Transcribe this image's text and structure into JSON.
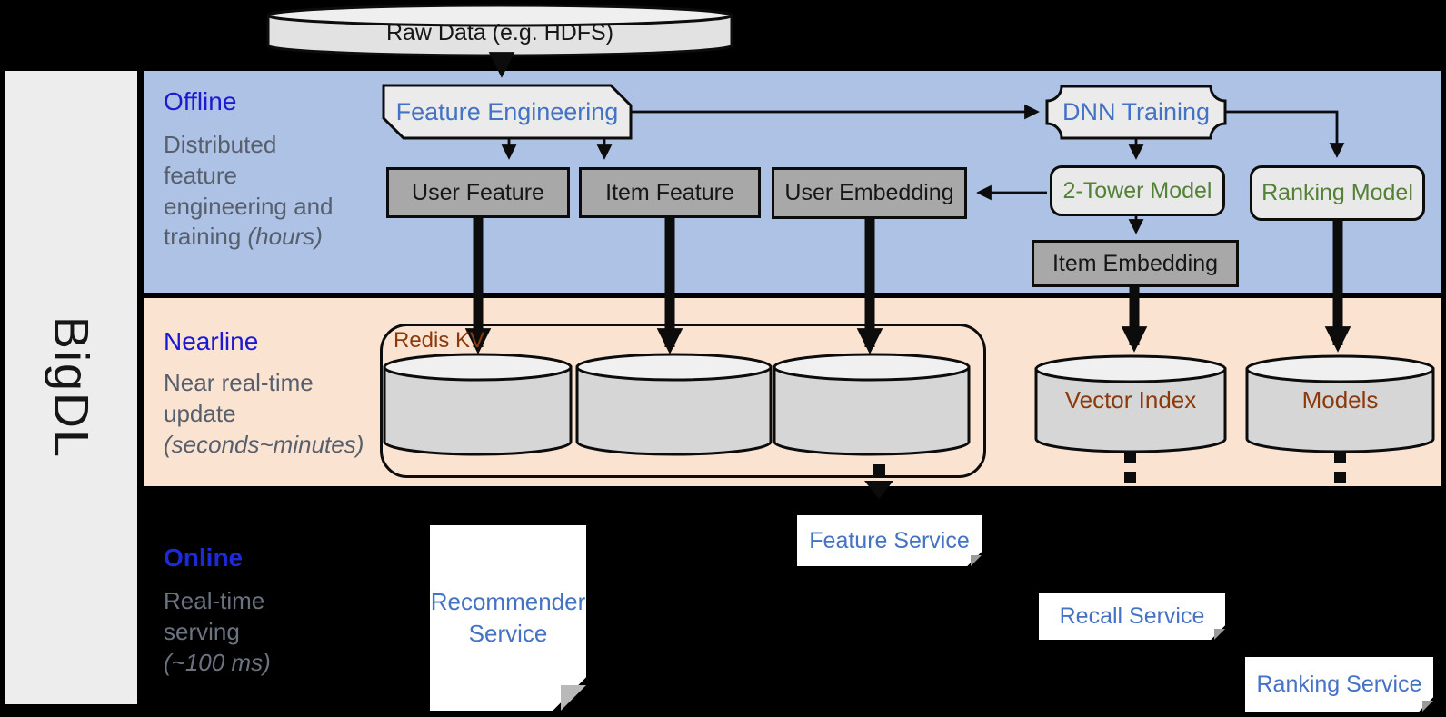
{
  "sidebar": {
    "label": "BigDL"
  },
  "raw_data": {
    "label": "Raw Data (e.g. HDFS)"
  },
  "bands": {
    "offline": {
      "title": "Offline",
      "lines": [
        "Distributed",
        "feature",
        "engineering and"
      ],
      "tail": "training ",
      "tail_italic": "(hours)"
    },
    "nearline": {
      "title": "Nearline",
      "lines": [
        "Near real-time",
        "update"
      ],
      "italic_line": "(seconds~minutes)"
    },
    "online": {
      "title": "Online",
      "lines": [
        "Real-time",
        "serving"
      ],
      "italic_line": "(~100 ms)"
    }
  },
  "offline_nodes": {
    "feature_engineering": "Feature Engineering",
    "dnn_training": "DNN Training",
    "user_feature": "User Feature",
    "item_feature": "Item Feature",
    "user_embedding": "User Embedding",
    "two_tower_model": "2-Tower Model",
    "ranking_model": "Ranking Model",
    "item_embedding": "Item Embedding"
  },
  "nearline_nodes": {
    "redis_kv": "Redis KV",
    "vector_index": "Vector Index",
    "models": "Models"
  },
  "online_nodes": {
    "recommender_line1": "Recommender",
    "recommender_line2": "Service",
    "feature_service": "Feature Service",
    "recall_service": "Recall Service",
    "ranking_service": "Ranking Service"
  },
  "colors": {
    "band_offline": "#adc2e5",
    "band_nearline": "#fbe3d1",
    "band_online": "#000000",
    "header_blue": "#1c1ad0",
    "node_blue_text": "#4472c4",
    "node_green_text": "#538135",
    "store_brown_text": "#8a3a0c",
    "gray_box": "#a8a8a8",
    "light_box": "#e9e9e9"
  }
}
